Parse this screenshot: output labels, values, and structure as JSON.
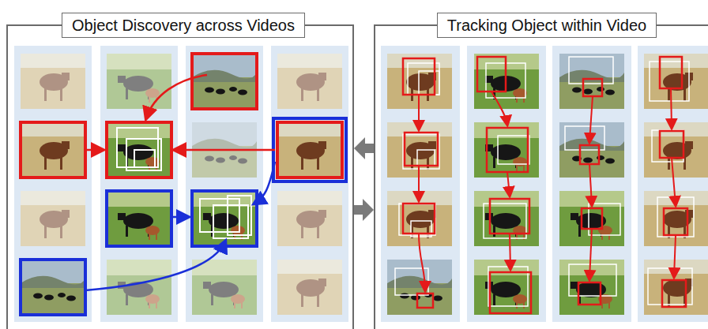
{
  "diagram": {
    "nodes": [
      {
        "text": [
          "Object Discovery across Videos"
        ]
      },
      {
        "text": [
          "Tracking Object within Video"
        ]
      }
    ],
    "edges": [
      {
        "from": 1,
        "to": 0,
        "arrow": "to"
      },
      {
        "from": 0,
        "to": 1,
        "arrow": "to"
      }
    ]
  }
}
